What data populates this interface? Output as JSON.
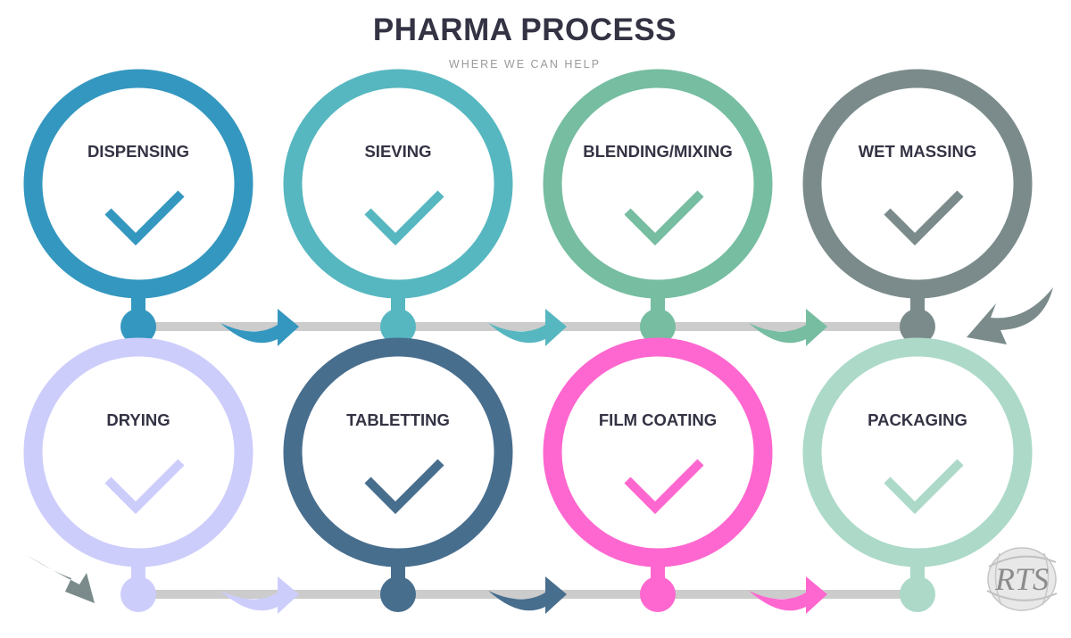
{
  "header": {
    "title": "PHARMA PROCESS",
    "subtitle": "WHERE WE CAN HELP"
  },
  "steps": [
    {
      "label": "DISPENSING",
      "color": "#3497bf"
    },
    {
      "label": "SIEVING",
      "color": "#56b7c0"
    },
    {
      "label": "BLENDING/MIXING",
      "color": "#76bda1"
    },
    {
      "label": "WET MASSING",
      "color": "#7b8b8b"
    },
    {
      "label": "DRYING",
      "color": "#cdcdfc"
    },
    {
      "label": "TABLETTING",
      "color": "#486e8e"
    },
    {
      "label": "FILM COATING",
      "color": "#fe67cf"
    },
    {
      "label": "PACKAGING",
      "color": "#acd9c8"
    }
  ],
  "connector_color": "#cccccc",
  "step_icon": "check-icon",
  "logo": {
    "text": "RTS",
    "icon": "globe-logo"
  }
}
